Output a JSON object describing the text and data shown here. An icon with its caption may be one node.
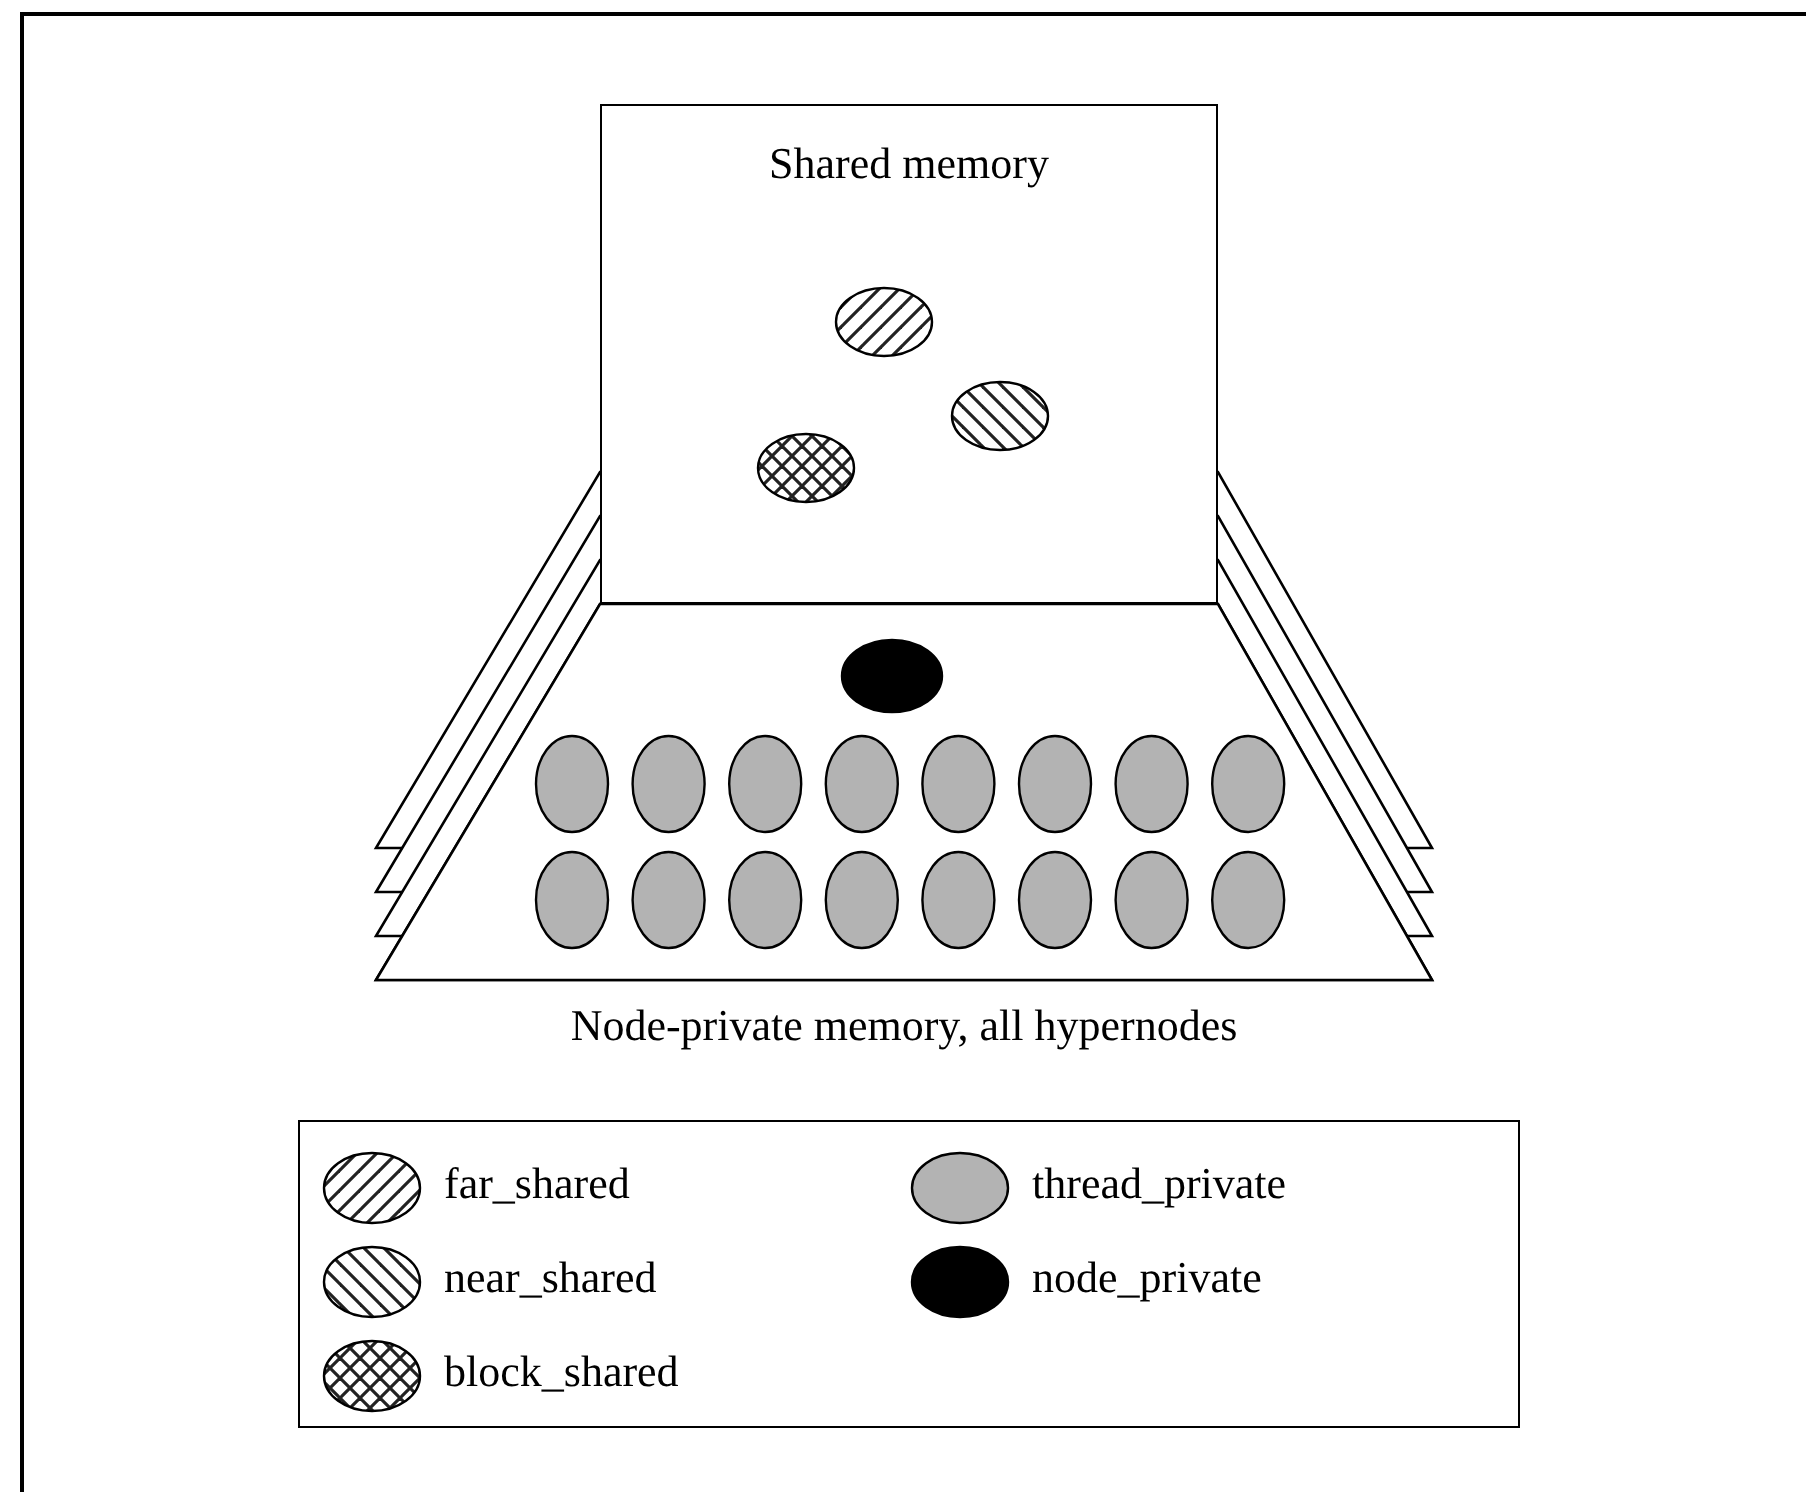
{
  "diagram": {
    "nodes": [
      {
        "text": [
          "Shared memory"
        ]
      },
      {
        "text": [
          "Node-private memory, all hypernodes"
        ]
      }
    ],
    "edges": [],
    "legend": [
      {
        "text": "far_shared"
      },
      {
        "text": "thread_private",
        "color": "#b3b3b3"
      },
      {
        "text": "near_shared"
      },
      {
        "text": "node_private",
        "color": "#000000"
      },
      {
        "text": "block_shared"
      }
    ]
  }
}
